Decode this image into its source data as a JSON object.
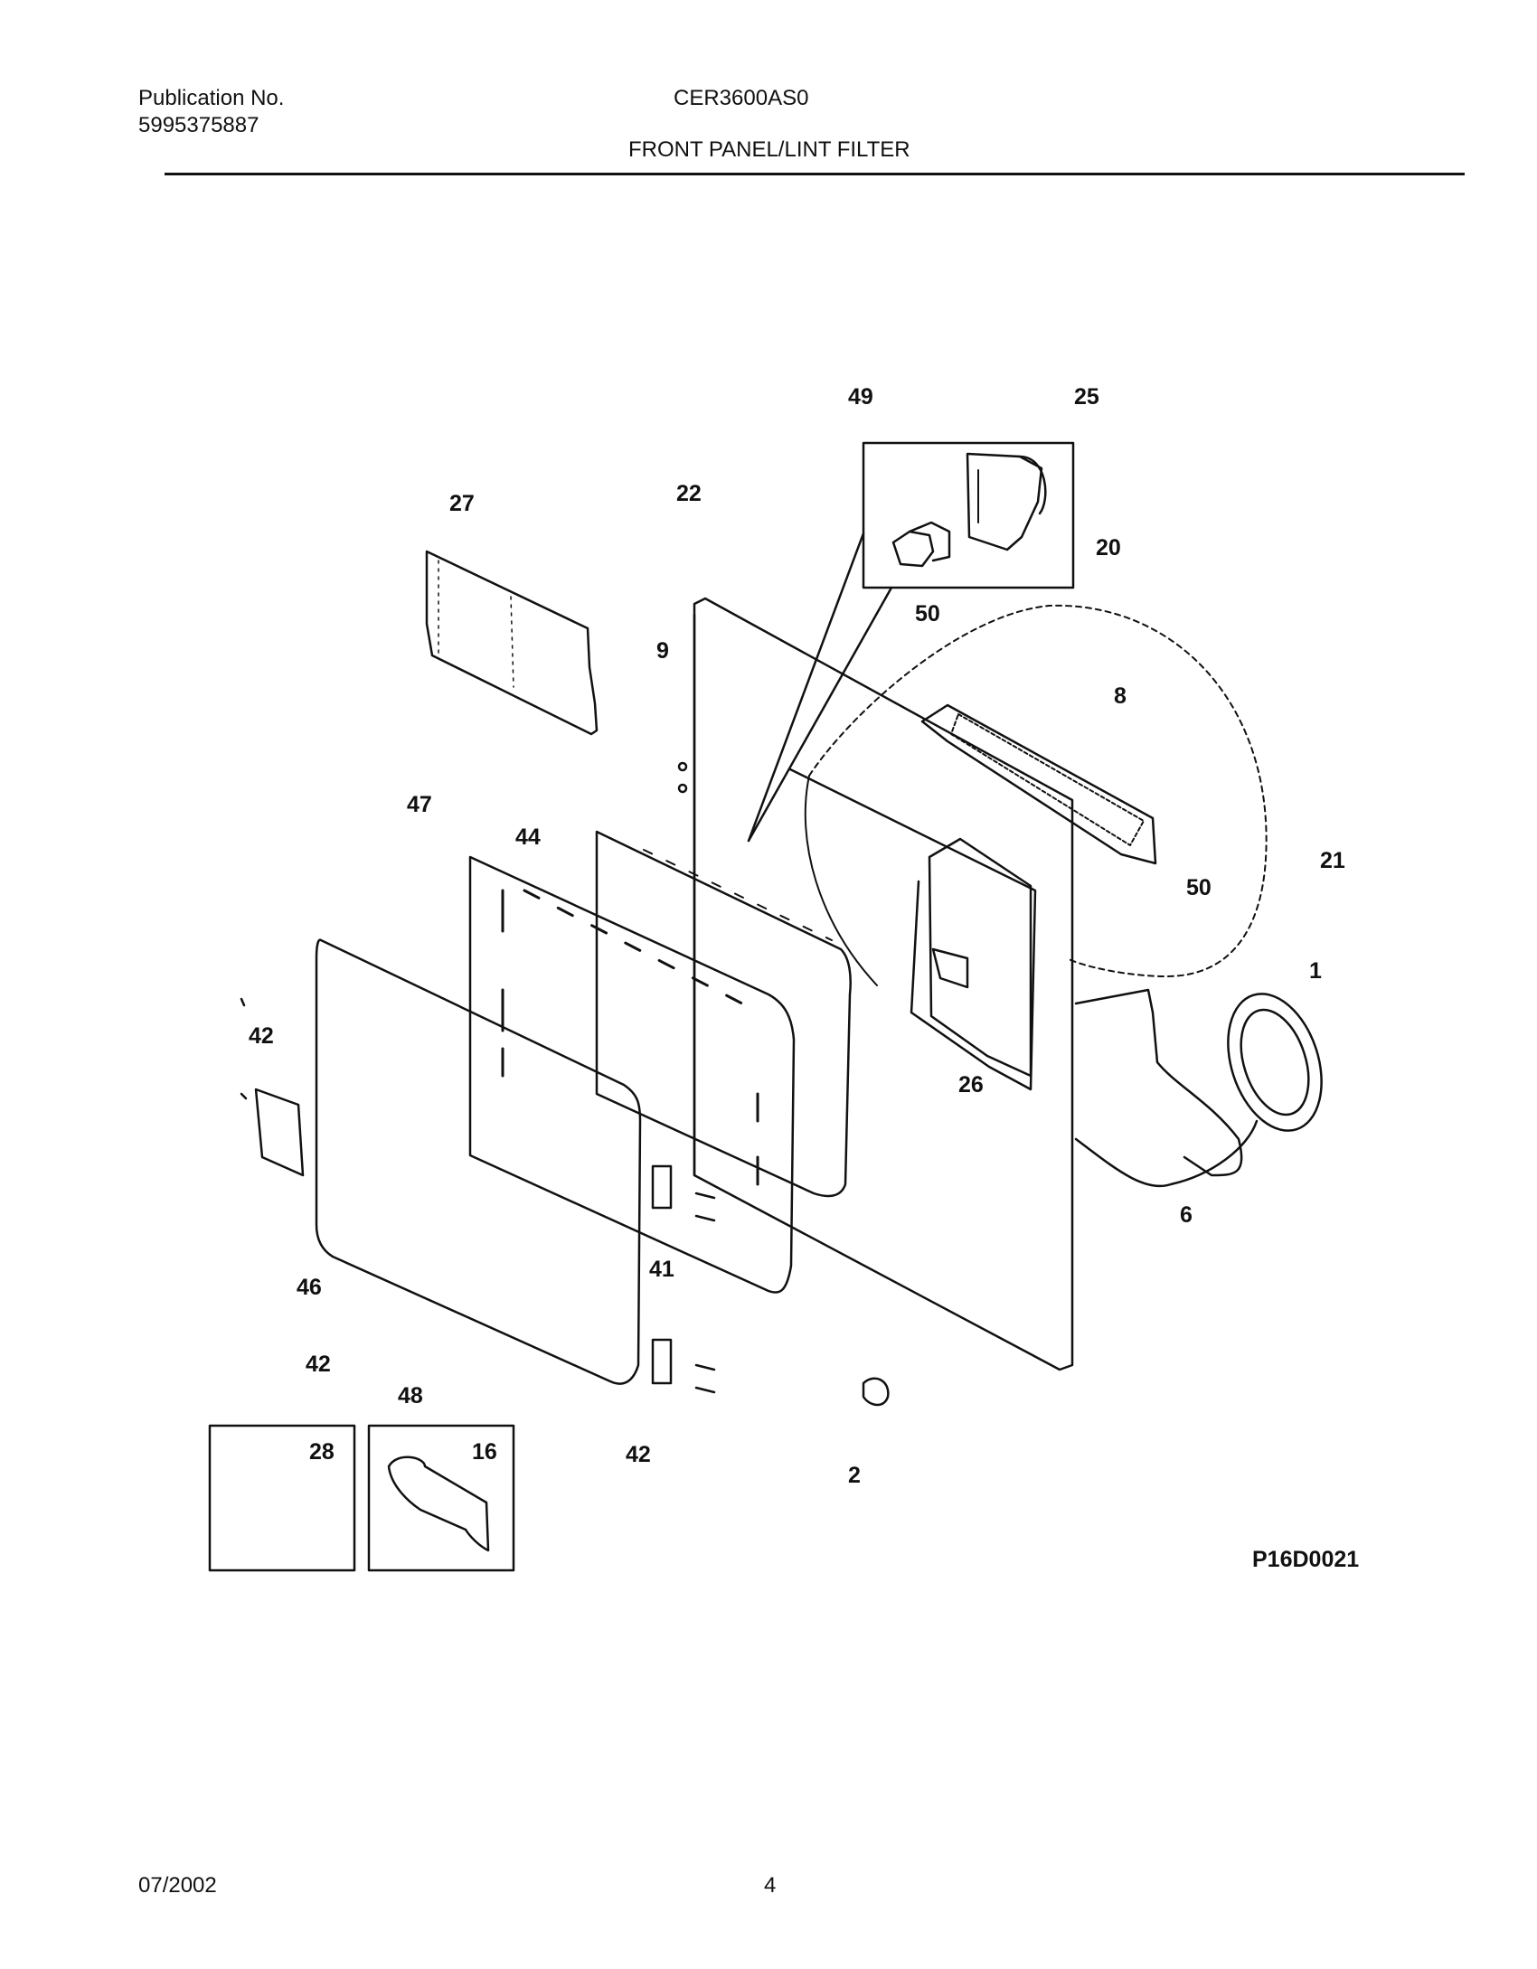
{
  "header": {
    "publication_label": "Publication No.",
    "publication_number": "5995375887",
    "model": "CER3600AS0",
    "section_title": "FRONT PANEL/LINT FILTER"
  },
  "callouts": [
    "49",
    "25",
    "27",
    "22",
    "20",
    "9",
    "50",
    "8",
    "47",
    "44",
    "21",
    "50",
    "1",
    "42",
    "26",
    "6",
    "46",
    "41",
    "42",
    "48",
    "28",
    "16",
    "42",
    "2"
  ],
  "drawing_code": "P16D0021",
  "footer": {
    "date": "07/2002",
    "page": "4"
  }
}
